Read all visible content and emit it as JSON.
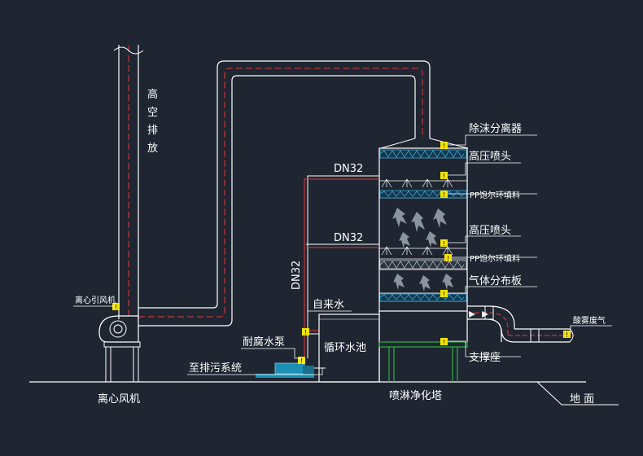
{
  "labels": {
    "stack": [
      "高",
      "空",
      "排",
      "放"
    ],
    "demister": "除沫分离器",
    "nozzle_top": "高压喷头",
    "pp_fill_top": "PP饱尔环填料",
    "nozzle_mid": "高压喷头",
    "pp_fill_mid": "PP饱尔环填料",
    "gas_plate": "气体分布板",
    "support": "支撑座",
    "dn_top": "DN32",
    "dn_mid": "DN32",
    "dn_vertical": "DN32",
    "tap_water": "自来水",
    "pump": "耐腐水泵",
    "tank": "循环水池",
    "sewer": "至排污系统",
    "fan_small": "离心引风机",
    "fan": "离心风机",
    "tower": "喷淋净化塔",
    "ground": "地  面",
    "acid_gas": "酸雾废气"
  },
  "colors": {
    "background": "#1f2632",
    "line": "#ffffff",
    "pipe_center": "#e23a3a",
    "packing": "#3fa9d9",
    "support": "#2fb33f",
    "marker": "#f4e400"
  }
}
